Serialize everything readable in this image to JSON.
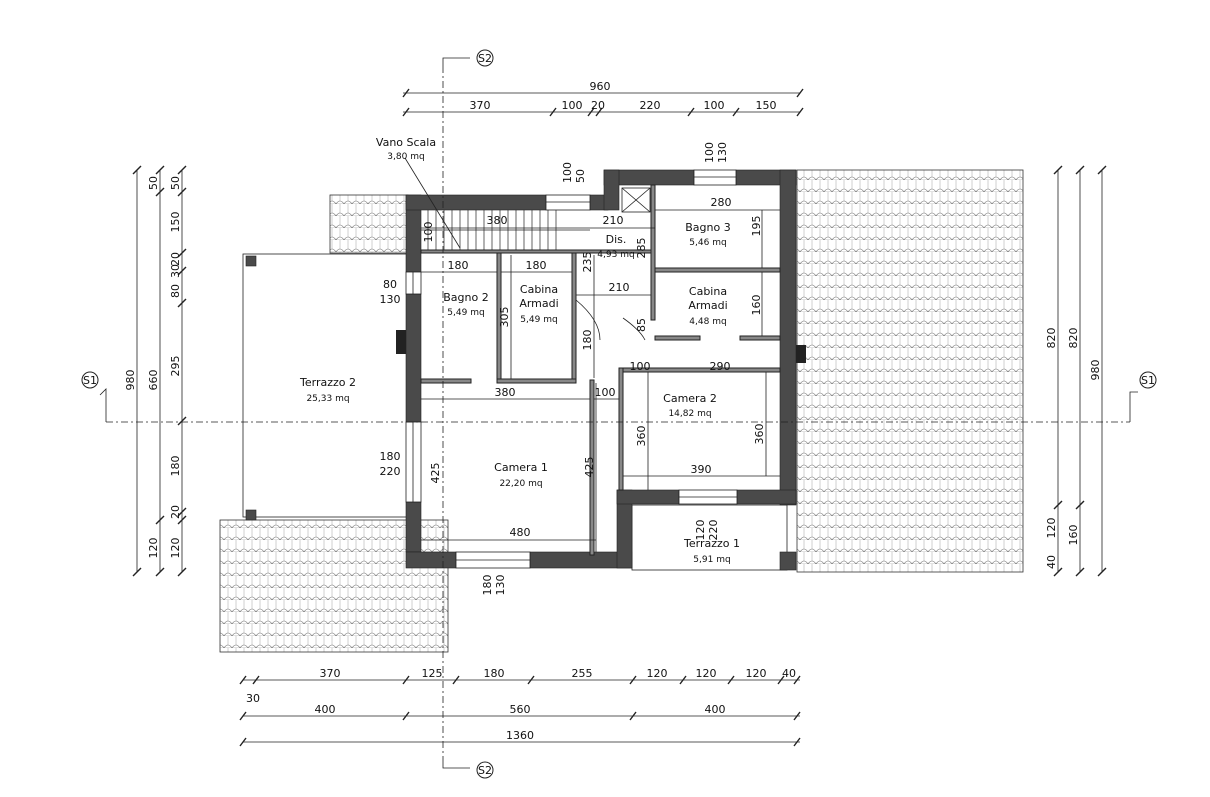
{
  "section_marks": {
    "s1": "S1",
    "s2": "S2"
  },
  "rooms": {
    "vano_scala": {
      "name": "Vano Scala",
      "area": "3,80 mq"
    },
    "dis": {
      "name": "Dis.",
      "area": "4,93 mq"
    },
    "bagno3": {
      "name": "Bagno 3",
      "area": "5,46 mq"
    },
    "bagno2": {
      "name": "Bagno 2",
      "area": "5,49 mq"
    },
    "cabina1": {
      "name_line1": "Cabina",
      "name_line2": "Armadi",
      "area": "5,49 mq"
    },
    "cabina2": {
      "name_line1": "Cabina",
      "name_line2": "Armadi",
      "area": "4,48 mq"
    },
    "terrazzo2": {
      "name": "Terrazzo 2",
      "area": "25,33 mq"
    },
    "camera2": {
      "name": "Camera 2",
      "area": "14,82 mq"
    },
    "camera1": {
      "name": "Camera 1",
      "area": "22,20 mq"
    },
    "terrazzo1": {
      "name": "Terrazzo 1",
      "area": "5,91 mq"
    }
  },
  "top_dims": {
    "total": "960",
    "parts": [
      "370",
      "100",
      "20",
      "220",
      "100",
      "150"
    ],
    "win_top1": [
      "100",
      "50"
    ],
    "win_top2": [
      "100",
      "130"
    ]
  },
  "bottom_dims": {
    "row1": [
      "370",
      "125",
      "180",
      "255",
      "120",
      "120",
      "120",
      "40"
    ],
    "row1_start": "30",
    "row2": [
      "400",
      "560",
      "400"
    ],
    "total": "1360"
  },
  "left_dims": {
    "col_outer": [
      "980"
    ],
    "col_mid": [
      "50",
      "660",
      "120"
    ],
    "col_inner": [
      "50",
      "150",
      "20",
      "30",
      "80",
      "295",
      "180",
      "20",
      "120"
    ]
  },
  "right_dims": {
    "col1": [
      "820",
      "40"
    ],
    "col2": [
      "820",
      "120",
      "160"
    ],
    "col3": [
      "980"
    ]
  },
  "interior_dims": {
    "stair": "380",
    "stair_w": "100",
    "dis_w": "210",
    "dis_h": "285",
    "bagno3_w": "280",
    "bagno3_h": "195",
    "b2_w": "180",
    "ca1_w": "180",
    "h235": "235",
    "ca_mid": "210",
    "ca2_h": "160",
    "win_b2": [
      "80",
      "130"
    ],
    "h305": "305",
    "h180": "180",
    "d85": "85",
    "d100a": "100",
    "c2_w": "290",
    "d380": "380",
    "d100b": "100",
    "c2_h_l": "360",
    "c2_h_r": "360",
    "c2_bw": "390",
    "c1_h": "425",
    "c1_hl": "425",
    "win_left": [
      "180",
      "220"
    ],
    "win_c2": [
      "120",
      "220"
    ],
    "c1_bw": "480",
    "win_c1": [
      "180",
      "130"
    ]
  }
}
